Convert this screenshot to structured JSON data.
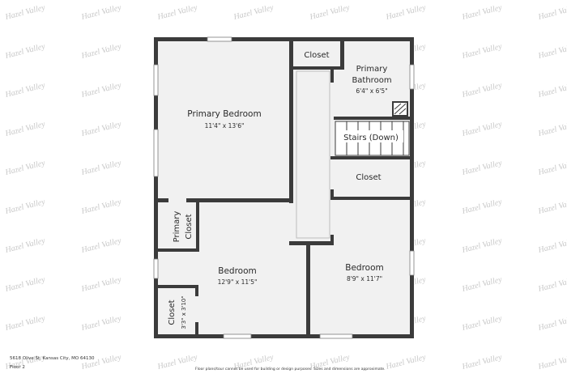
{
  "brand": {
    "watermark": "Hazel Valley"
  },
  "rooms": [
    {
      "id": "primary-bedroom",
      "name": "Primary Bedroom",
      "dims": "11'4\" x 13'6\""
    },
    {
      "id": "closet-top",
      "name": "Closet",
      "dims": ""
    },
    {
      "id": "primary-bathroom",
      "name_line1": "Primary",
      "name_line2": "Bathroom",
      "dims": "6'4\" x 6'5\""
    },
    {
      "id": "stairs",
      "name": "Stairs (Down)"
    },
    {
      "id": "closet-mid",
      "name": "Closet"
    },
    {
      "id": "primary-closet",
      "name_line1": "Primary",
      "name_line2": "Closet"
    },
    {
      "id": "bedroom-left",
      "name": "Bedroom",
      "dims": "12'9\" x 11'5\""
    },
    {
      "id": "bedroom-right",
      "name": "Bedroom",
      "dims": "8'9\" x 11'7\""
    },
    {
      "id": "closet-small",
      "name": "Closet",
      "dims": "3'3\" x 3'10\""
    }
  ],
  "footer": {
    "address": "5618 Olive St, Kansas City, MO 64130",
    "floor": "Floor 2",
    "disclaimer": "Floor plans/tour cannot be used for building or design purposes. Sizes and dimensions are approximate."
  }
}
